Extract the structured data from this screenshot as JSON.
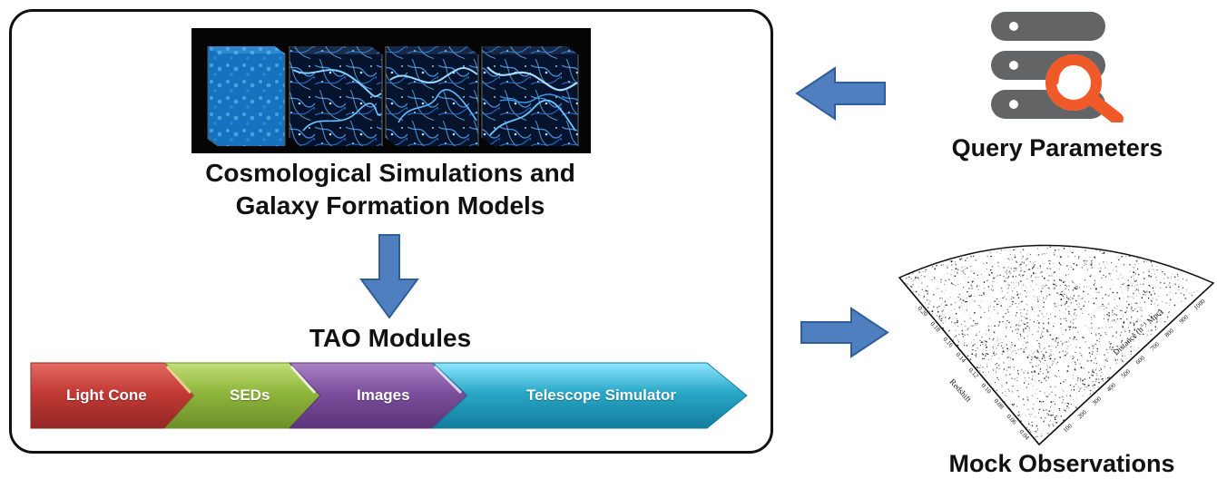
{
  "simulation": {
    "title_line1": "Cosmological Simulations and",
    "title_line2": "Galaxy Formation Models"
  },
  "tao": {
    "title": "TAO Modules",
    "modules": [
      {
        "label": "Light Cone",
        "color": "#c23a35"
      },
      {
        "label": "SEDs",
        "color": "#8fb63c"
      },
      {
        "label": "Images",
        "color": "#7c4f9c"
      },
      {
        "label": "Telescope Simulator",
        "color": "#2aa8c8"
      }
    ]
  },
  "query": {
    "title": "Query Parameters",
    "icon": "database-search-icon",
    "server_color": "#626466",
    "search_color": "#f05a28"
  },
  "mock": {
    "title": "Mock Observations",
    "visual": "redshift-survey-fan",
    "left_axis_label": "Redshift",
    "right_axis_label": "Distance (h⁻¹ Mpc)"
  },
  "colors": {
    "arrow": "#4f7fbe",
    "arrow_stroke": "#2f5e98",
    "panel_border": "#111111"
  }
}
